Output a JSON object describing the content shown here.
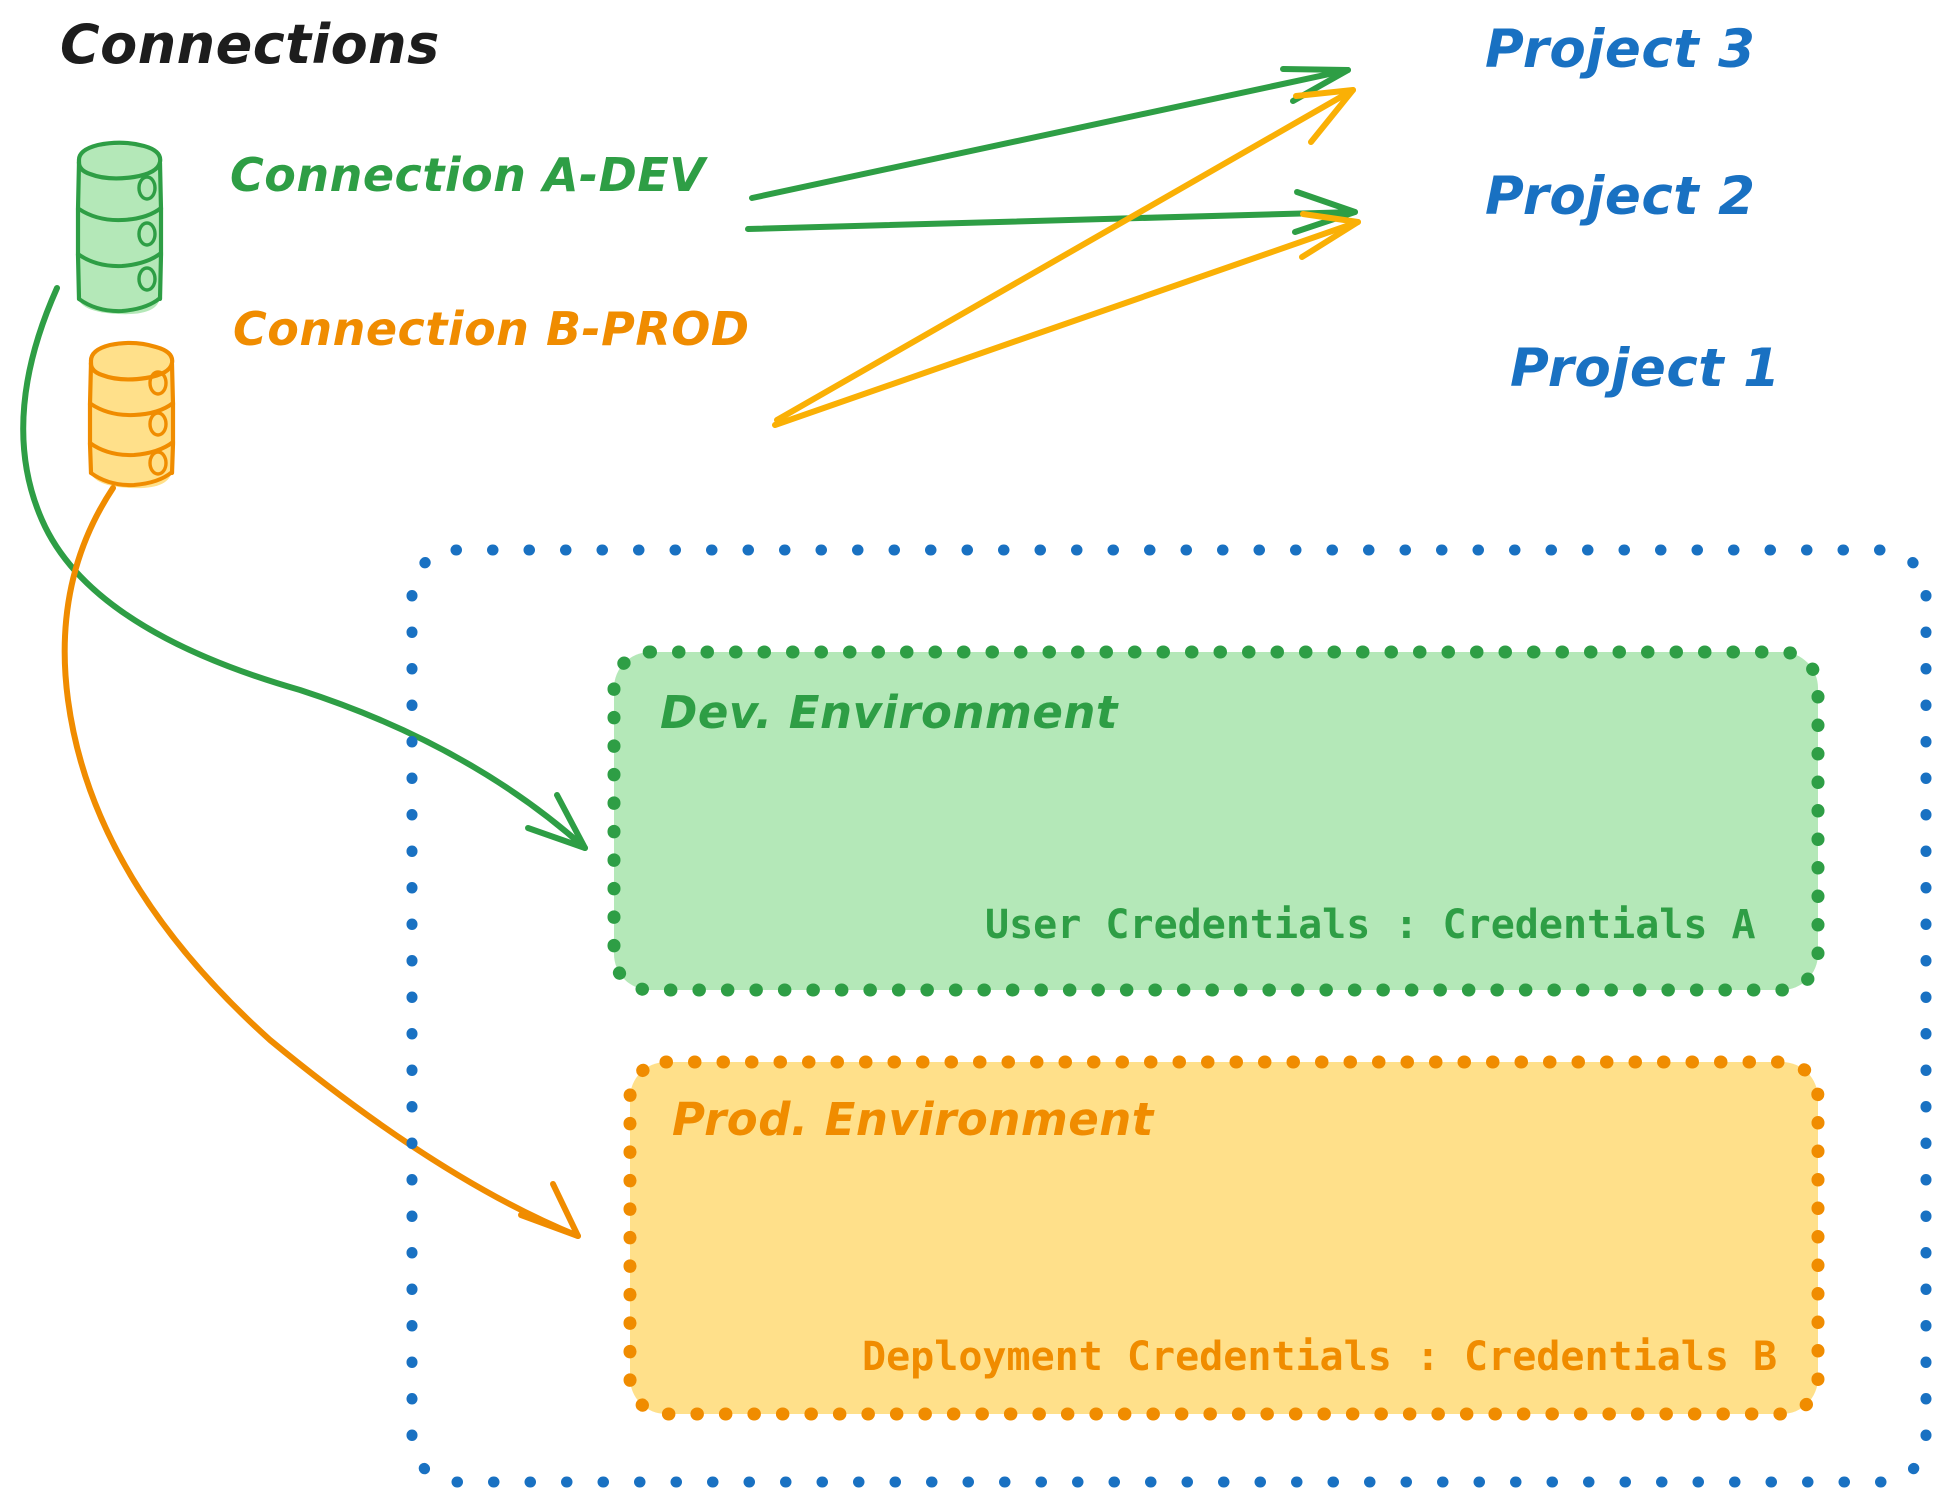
{
  "diagram": {
    "title": "Connections",
    "connections": [
      {
        "id": "connection-a-dev",
        "label": "Connection A-DEV",
        "icon": "database-icon",
        "color": "#2e9e45",
        "fill": "#b4e8b8",
        "targets": [
          "Project 3",
          "Project 2",
          "Dev. Environment"
        ]
      },
      {
        "id": "connection-b-prod",
        "label": "Connection B-PROD",
        "icon": "database-icon",
        "color": "#f08c00",
        "fill": "#ffe08a",
        "targets": [
          "Project 3",
          "Project 2",
          "Prod. Environment"
        ]
      }
    ],
    "projects": [
      {
        "id": "project-3",
        "label": "Project 3",
        "color": "#1971c2"
      },
      {
        "id": "project-2",
        "label": "Project 2",
        "color": "#1971c2"
      },
      {
        "id": "project-1",
        "label": "Project 1",
        "color": "#1971c2"
      }
    ],
    "project_1_container": {
      "label": "Project 1",
      "border_color": "#1971c2",
      "border_style": "dotted",
      "environments": [
        {
          "id": "dev-environment",
          "title": "Dev. Environment",
          "credential_label": "User Credentials",
          "credential_separator": ":",
          "credential_value": "Credentials A",
          "credential_line": "User Credentials : Credentials A",
          "fill": "#b4e8b8",
          "border_color": "#2e9e45",
          "text_color": "#2e9e45"
        },
        {
          "id": "prod-environment",
          "title": "Prod. Environment",
          "credential_label": "Deployment Credentials",
          "credential_separator": ":",
          "credential_value": "Credentials B",
          "credential_line": "Deployment Credentials : Credentials B",
          "fill": "#ffe08a",
          "border_color": "#f08c00",
          "text_color": "#f08c00"
        }
      ]
    },
    "colors": {
      "green_stroke": "#2e9e45",
      "green_fill": "#b4e8b8",
      "orange_stroke": "#f08c00",
      "orange_fill": "#ffe08a",
      "orange_arrow": "#fab005",
      "blue": "#1971c2",
      "title_black": "#1d1d1d"
    }
  }
}
